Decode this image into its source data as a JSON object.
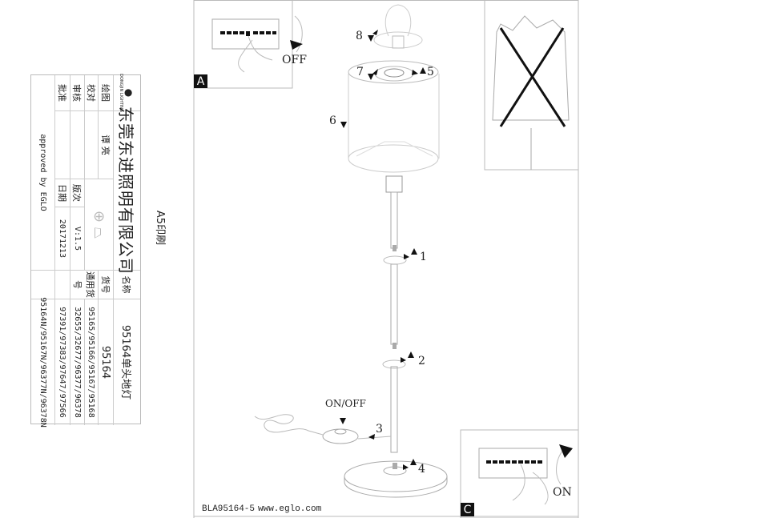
{
  "title_block": {
    "company_name": "东莞东进照明有限公司",
    "logo_text": "DONGJIN LIGHTING",
    "labels": {
      "drawing": "绘图",
      "check": "校对",
      "review": "审核",
      "approve": "批准",
      "name": "名称",
      "item_no": "货号",
      "common_item_no": "通用货号",
      "version": "版次",
      "date": "日期"
    },
    "drawn_by": "谭 亮",
    "approved_by": "approved by EGLO",
    "version": "V:1.5",
    "date": "20171213",
    "product_name": "95164单头地灯",
    "item_no": "95164",
    "common_item_nos": [
      "95165/95166/95167/95168",
      "32655/32677/96377/96378",
      "97391/97383/97647/97566",
      "95164N/95167N/96377N/96378N"
    ]
  },
  "print_note": "A5印刷",
  "panels": {
    "a_label": "A",
    "c_label": "C",
    "off_label": "OFF",
    "on_label": "ON"
  },
  "steps": {
    "s1": "1",
    "s2": "2",
    "s3": "3",
    "s4": "4",
    "s5": "5",
    "s6": "6",
    "s7": "7",
    "s8": "8",
    "switch_label": "ON/OFF"
  },
  "footer": {
    "doc_code": "BLA95164-5",
    "website": "www.eglo.com"
  }
}
